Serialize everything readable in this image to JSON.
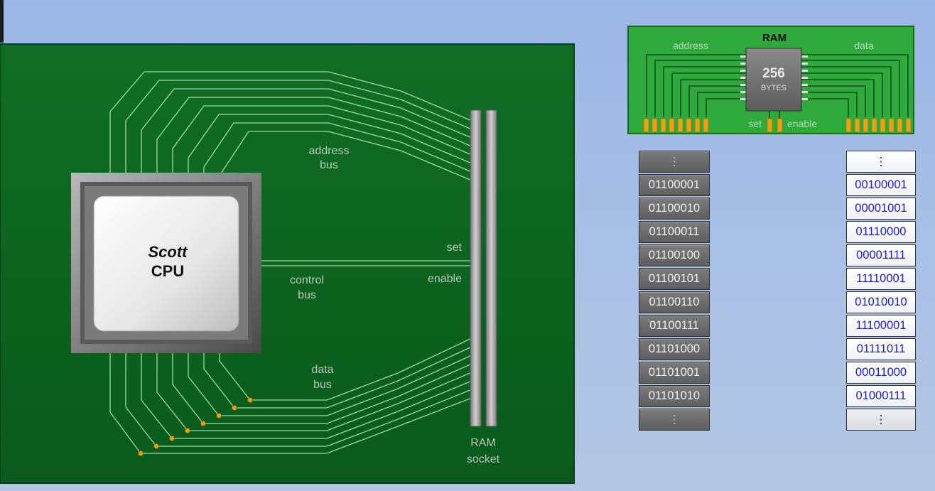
{
  "cpu": {
    "name": "Scott",
    "label": "CPU"
  },
  "buses": {
    "address": [
      "address",
      "bus"
    ],
    "control": [
      "control",
      "bus"
    ],
    "data": [
      "data",
      "bus"
    ],
    "set": "set",
    "enable": "enable"
  },
  "socket": [
    "RAM",
    "socket"
  ],
  "ram_chip": {
    "title": "RAM",
    "address_label": "address",
    "data_label": "data",
    "capacity": "256",
    "unit": "BYTES",
    "set_label": "set",
    "enable_label": "enable"
  },
  "ellipsis": "⋮",
  "address_cells": [
    "01100001",
    "01100010",
    "01100011",
    "01100100",
    "01100101",
    "01100110",
    "01100111",
    "01101000",
    "01101001",
    "01101010"
  ],
  "data_cells": [
    "00100001",
    "00001001",
    "01110000",
    "00001111",
    "11110001",
    "01010010",
    "11100001",
    "01111011",
    "00011000",
    "01000111"
  ],
  "colors": {
    "board_green": "#127a2b",
    "trace_green": "#8fd39a",
    "pin_gold": "#e2a315",
    "data_text_blue": "#1a1ad8"
  }
}
